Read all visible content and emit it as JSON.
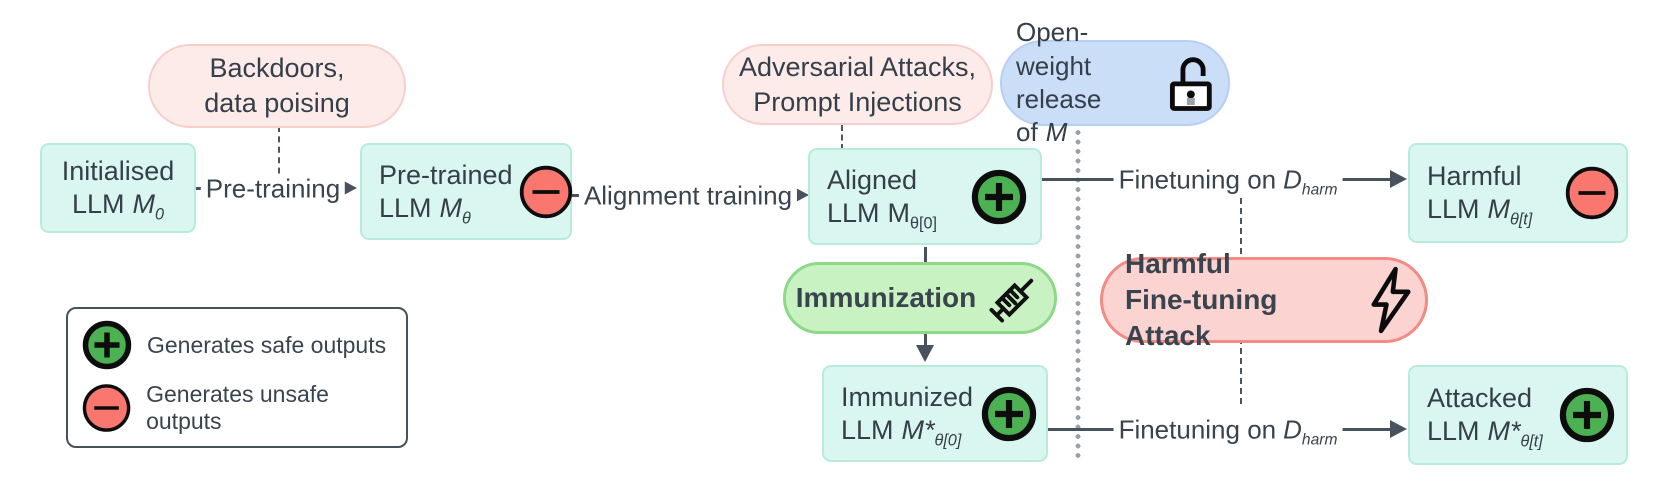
{
  "callouts": {
    "backdoors": {
      "line1": "Backdoors,",
      "line2": "data poising"
    },
    "adversarial": {
      "line1": "Adversarial Attacks,",
      "line2": "Prompt Injections"
    },
    "open_weight": {
      "line1": "Open-weight",
      "line2_prefix": "release of",
      "variable": "M",
      "icon": "open-padlock-icon"
    },
    "immunization": {
      "label": "Immunization",
      "icon": "syringe-icon"
    },
    "harmful_attack": {
      "line1": "Harmful",
      "line2": "Fine-tuning Attack",
      "icon": "lightning-bolt-icon"
    }
  },
  "nodes": {
    "initialised": {
      "line1": "Initialised",
      "line2_prefix": "LLM",
      "variable": "M",
      "subscript": "0",
      "badge": "none"
    },
    "pretrained": {
      "line1": "Pre-trained",
      "line2_prefix": "LLM",
      "variable": "M",
      "subscript": "θ",
      "badge": "unsafe"
    },
    "aligned": {
      "line1": "Aligned",
      "line2_prefix": "LLM",
      "variable": "M",
      "subscript": "θ[0]",
      "badge": "safe"
    },
    "harmful": {
      "line1": "Harmful",
      "line2_prefix": "LLM",
      "variable": "M",
      "subscript": "θ[t]",
      "badge": "unsafe"
    },
    "immunized": {
      "line1": "Immunized",
      "line2_prefix": "LLM",
      "variable": "M*",
      "subscript": "θ[0]",
      "badge": "safe"
    },
    "attacked": {
      "line1": "Attacked",
      "line2_prefix": "LLM",
      "variable": "M*",
      "subscript": "θ[t]",
      "badge": "safe"
    }
  },
  "edges": {
    "pretraining": {
      "label": "Pre-training"
    },
    "alignment_training": {
      "label": "Alignment training"
    },
    "finetune_top": {
      "prefix": "Finetuning on",
      "variable": "D",
      "subscript": "harm"
    },
    "finetune_bottom": {
      "prefix": "Finetuning on",
      "variable": "D",
      "subscript": "harm"
    }
  },
  "legend": {
    "safe_label": "Generates safe outputs",
    "unsafe_label": "Generates unsafe outputs"
  },
  "colors": {
    "node_fill": "#d9f7f0",
    "node_border": "#b9ebdd",
    "pink_pill_fill": "#fcebe9",
    "pink_pill_border": "#f6cfcb",
    "blue_pill_fill": "#cadef8",
    "blue_pill_border": "#b7cff6",
    "green_pill_fill": "#c9f2c3",
    "green_pill_border": "#8ed889",
    "red_pill_fill": "#fbd3d1",
    "red_pill_border": "#f28b84",
    "safe_badge": "#4bb152",
    "unsafe_badge": "#f9776e",
    "line": "#47525c",
    "divider_dotted": "#9aa1a7",
    "text": "#363f49"
  }
}
